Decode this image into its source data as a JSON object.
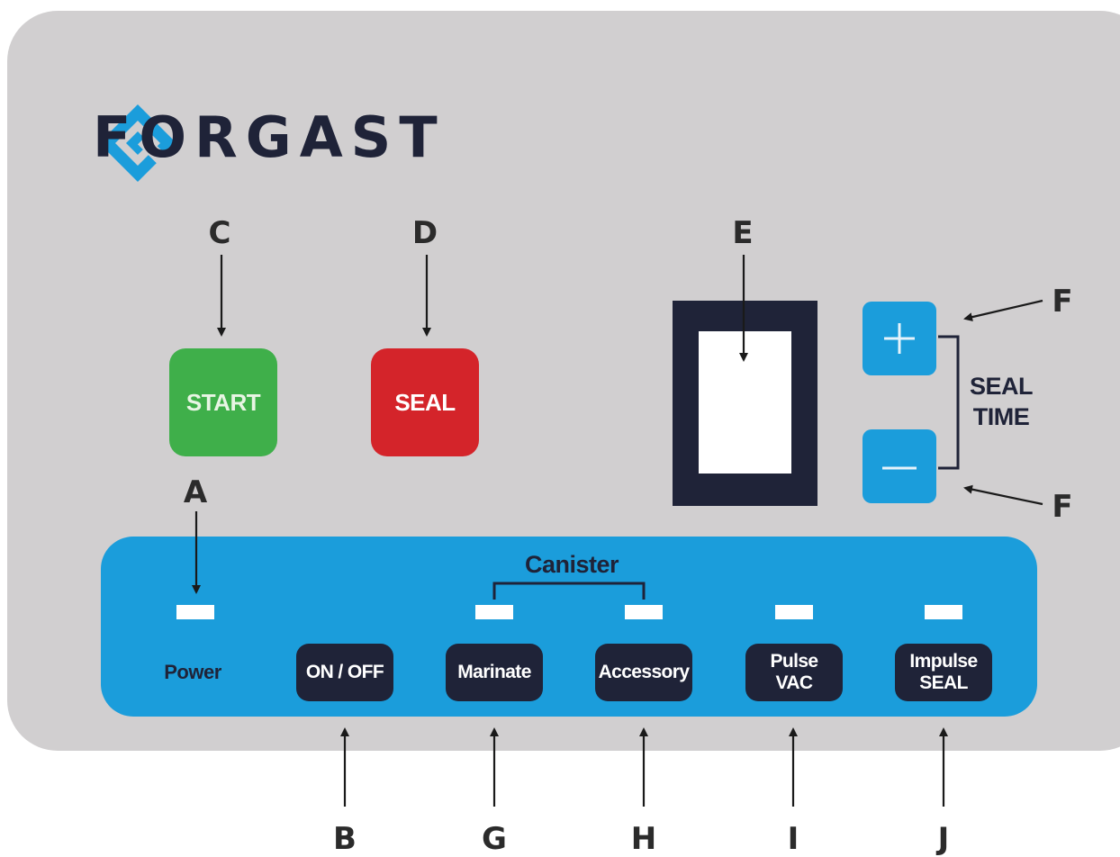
{
  "brand": {
    "name": "FORGAST",
    "logo_icon": "forgast-logo-icon"
  },
  "colors": {
    "panel": "#d1cfd0",
    "navy": "#1f2338",
    "blue": "#1b9ddb",
    "start_green": "#3faf4a",
    "seal_red": "#d4242a",
    "led": "#ffffff"
  },
  "callouts": {
    "a": "A",
    "b": "B",
    "c": "C",
    "d": "D",
    "e": "E",
    "f_top": "F",
    "f_bottom": "F",
    "g": "G",
    "h": "H",
    "i": "I",
    "j": "J"
  },
  "buttons": {
    "start": "START",
    "seal": "SEAL",
    "plus_icon": "plus-icon",
    "minus_icon": "minus-icon"
  },
  "seal_time_label": "SEAL\nTIME",
  "control_bar": {
    "canister_label": "Canister",
    "power_label": "Power",
    "on_off": "ON / OFF",
    "marinate": "Marinate",
    "accessory": "Accessory",
    "pulse_vac": "Pulse\nVAC",
    "impulse_seal": "Impulse\nSEAL"
  }
}
